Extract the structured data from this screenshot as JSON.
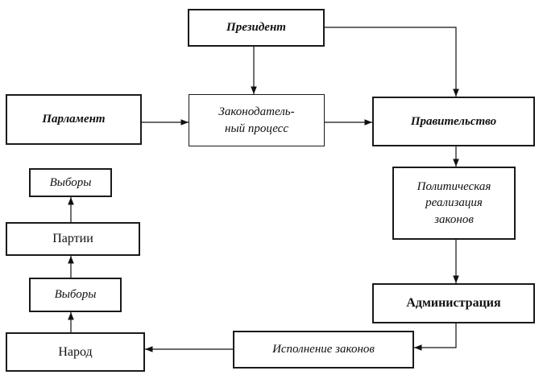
{
  "nodes": {
    "president": "Президент",
    "parliament": "Парламент",
    "legislative": "Законодатель-\nный процесс",
    "government": "Правительство",
    "policy": "Политическая\nреализация\nзаконов",
    "administration": "Администрация",
    "execution": "Исполнение законов",
    "people": "Народ",
    "elections_top": "Выборы",
    "parties": "Партии",
    "elections_bottom": "Выборы"
  }
}
